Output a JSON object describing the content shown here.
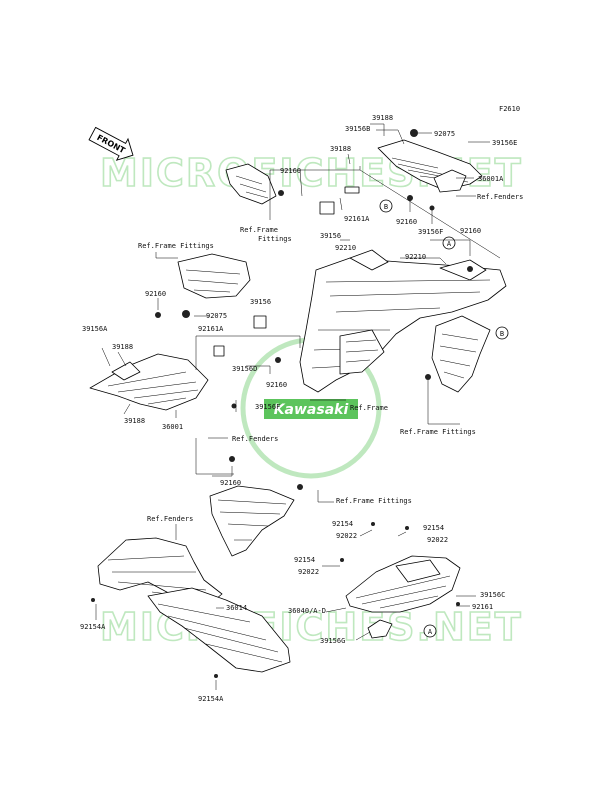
{
  "figure_id": "F2610",
  "front_label": "FRONT",
  "brand": "Kawasaki",
  "watermark": "MICROFICHES.NET",
  "colors": {
    "watermark": "#bfe8bf",
    "brand_green": "#5cc45c",
    "ink": "#111111"
  },
  "callout_A": "A",
  "callout_B": "B",
  "labels": {
    "l39188_top": "39188",
    "l39156B": "39156B",
    "l92075_top": "92075",
    "l39156E": "39156E",
    "l39188_mid": "39188",
    "l36001A": "36001A",
    "l92160_top": "92160",
    "ref_fenders_top": "Ref.Fenders",
    "ref_frame_fittings_top_1": "Ref.Frame",
    "ref_frame_fittings_top_2": "Fittings",
    "l92161A_top": "92161A",
    "l92160_right1": "92160",
    "l39156F_top": "39156F",
    "l92160_right2": "92160",
    "l39156_top": "39156",
    "l92210_a": "92210",
    "l92210_b": "92210",
    "ref_frame_fittings_left": "Ref.Frame Fittings",
    "l92160_left": "92160",
    "l39156_left": "39156",
    "l92075_left": "92075",
    "l92161A_left": "92161A",
    "l39156A": "39156A",
    "l39188_left": "39188",
    "l39156D": "39156D",
    "l92160_center": "92160",
    "l39156F_center": "39156F",
    "ref_frame": "Ref.Frame",
    "l39188_bottomleft": "39188",
    "l36001": "36001",
    "ref_fenders_center": "Ref.Fenders",
    "ref_frame_fittings_right": "Ref.Frame Fittings",
    "l92160_lower": "92160",
    "ref_frame_fittings_lower": "Ref.Frame Fittings",
    "ref_fenders_lower": "Ref.Fenders",
    "l92154_a": "92154",
    "l92022_a": "92022",
    "l92154_b": "92154",
    "l92022_b": "92022",
    "l92154_c": "92154",
    "l92022_c": "92022",
    "l36014": "36014",
    "l36040": "36040/A-D",
    "l39156C": "39156C",
    "l92161": "92161",
    "l39156G": "39156G",
    "l92154A_left": "92154A",
    "l92154A_bottom": "92154A"
  }
}
